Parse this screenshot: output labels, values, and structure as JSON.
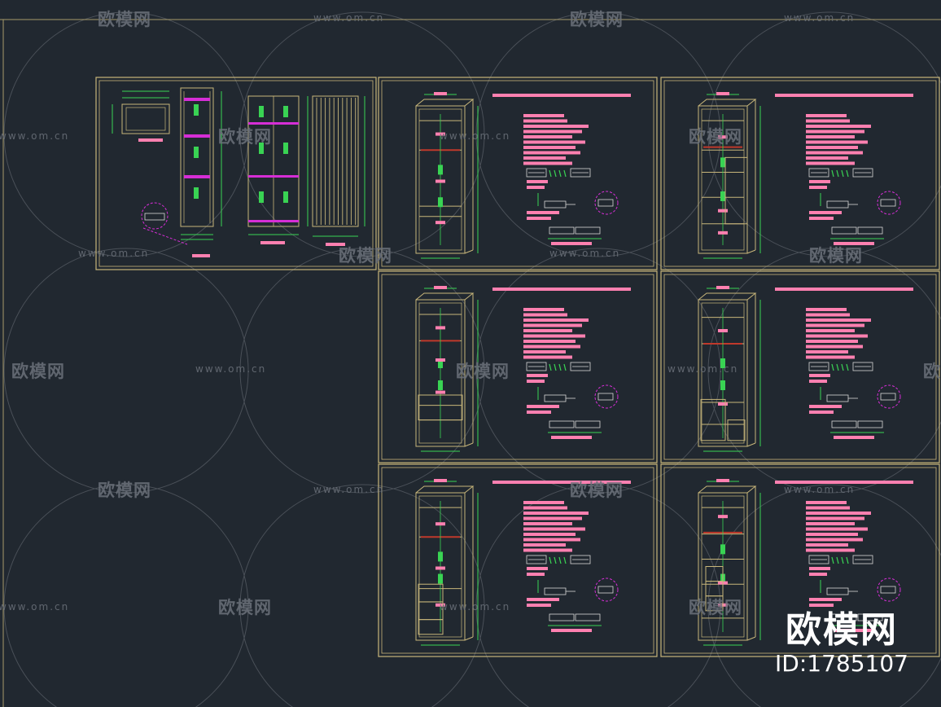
{
  "colors": {
    "background": "#212830",
    "sheet_frame": "#c8b67a",
    "cabinet_line": "#c8b67a",
    "dimension": "#39d353",
    "annotation": "#ff80b0",
    "detail_circle": "#d62ed6",
    "rod": "#c0392b",
    "watermark": "#6b717a",
    "brand_text": "#ffffff"
  },
  "watermark": {
    "logo_text": "欧模网",
    "url_text": "www.om.cn"
  },
  "brand": {
    "name": "欧模网",
    "id_text": "ID:1785107"
  }
}
